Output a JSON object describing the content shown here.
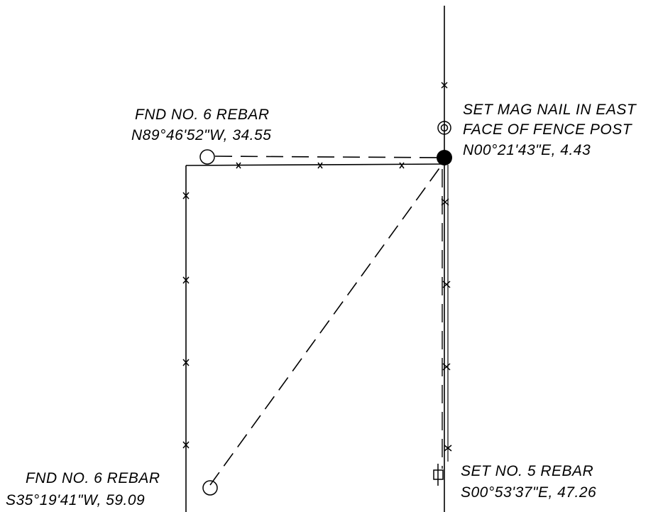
{
  "colors": {
    "background": "#ffffff",
    "ink": "#000000"
  },
  "labels": {
    "nw_rebar_title": "FND NO. 6 REBAR",
    "nw_rebar_bearing": "N89°46'52\"W, 34.55",
    "mag_nail_line1": "SET MAG NAIL IN EAST",
    "mag_nail_line2": "FACE OF FENCE POST",
    "mag_nail_bearing": "N00°21'43\"E, 4.43",
    "sw_rebar_title": "FND NO. 6 REBAR",
    "sw_rebar_bearing": "S35°19'41\"W, 59.09",
    "se_rebar_title": "SET NO. 5 REBAR",
    "se_rebar_bearing": "S00°53'37\"E, 47.26"
  },
  "symbols": {
    "control_point": "filled-circle-icon",
    "mag_nail": "double-circle-icon",
    "found_rebar": "open-circle-icon",
    "set_rebar": "square-cross-icon",
    "fence_marker": "x-mark-icon"
  }
}
